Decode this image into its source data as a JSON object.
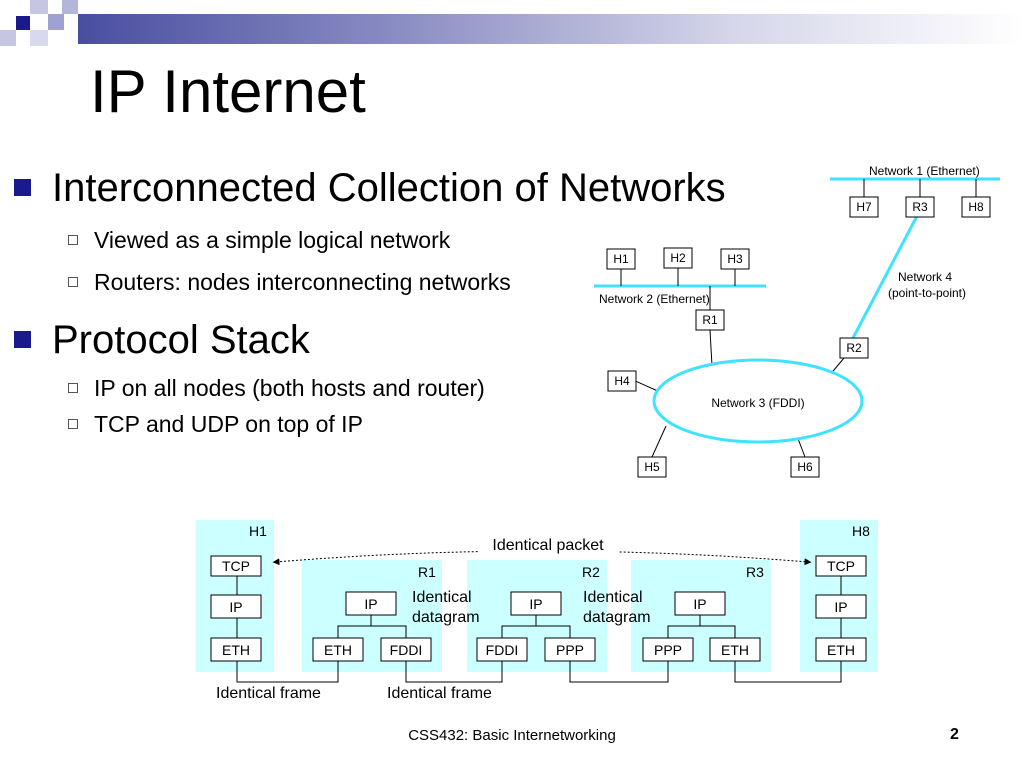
{
  "slide": {
    "title": "IP Internet",
    "bullets": [
      {
        "text": "Interconnected Collection of Networks",
        "sub": [
          "Viewed as a simple logical network",
          "Routers: nodes interconnecting networks"
        ]
      },
      {
        "text": "Protocol Stack",
        "sub": [
          "IP on all nodes (both hosts and router)",
          "TCP and UDP on top of IP"
        ]
      }
    ],
    "footer": "CSS432: Basic Internetworking",
    "page_number": "2"
  },
  "network_diagram": {
    "network1_label": "Network 1 (Ethernet)",
    "network2_label": "Network 2 (Ethernet)",
    "network3_label": "Network 3 (FDDI)",
    "network4_label_line1": "Network 4",
    "network4_label_line2": "(point-to-point)",
    "nodes": {
      "h1": "H1",
      "h2": "H2",
      "h3": "H3",
      "h4": "H4",
      "h5": "H5",
      "h6": "H6",
      "h7": "H7",
      "h8": "H8",
      "r1": "R1",
      "r2": "R2",
      "r3": "R3"
    }
  },
  "stack_diagram": {
    "identical_packet": "Identical packet",
    "identical_datagram_line1": "Identical",
    "identical_datagram_line2": "datagram",
    "identical_frame": "Identical frame",
    "h1": {
      "name": "H1",
      "tcp": "TCP",
      "ip": "IP",
      "link": "ETH"
    },
    "r1": {
      "name": "R1",
      "ip": "IP",
      "link1": "ETH",
      "link2": "FDDI"
    },
    "r2": {
      "name": "R2",
      "ip": "IP",
      "link1": "FDDI",
      "link2": "PPP"
    },
    "r3": {
      "name": "R3",
      "ip": "IP",
      "link1": "PPP",
      "link2": "ETH"
    },
    "h8": {
      "name": "H8",
      "tcp": "TCP",
      "ip": "IP",
      "link": "ETH"
    }
  },
  "colors": {
    "network_line": "#3fe3ff",
    "stack_bg": "#ccffff",
    "bullet": "#1a1a8c",
    "deco_dark": "#1a1a8c",
    "deco_light": "#a6a8d4"
  }
}
